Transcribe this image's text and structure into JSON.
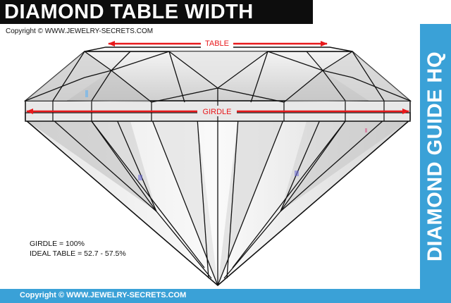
{
  "header": {
    "title": "DIAMOND TABLE WIDTH"
  },
  "copyright_top": "Copyright © WWW.JEWELRY-SECRETS.COM",
  "copyright_bottom": "Copyright © WWW.JEWELRY-SECRETS.COM",
  "side_banner": {
    "text": "DIAMOND GUIDE HQ"
  },
  "diagram": {
    "table_label": "TABLE",
    "girdle_label": "GIRDLE"
  },
  "notes": {
    "girdle": "GIRDLE = 100%",
    "ideal_table": "IDEAL TABLE = 52.7 - 57.5%"
  },
  "colors": {
    "header_bg": "#0d0d0d",
    "accent_blue": "#3aa1d7",
    "arrow_red": "#e8191c"
  }
}
